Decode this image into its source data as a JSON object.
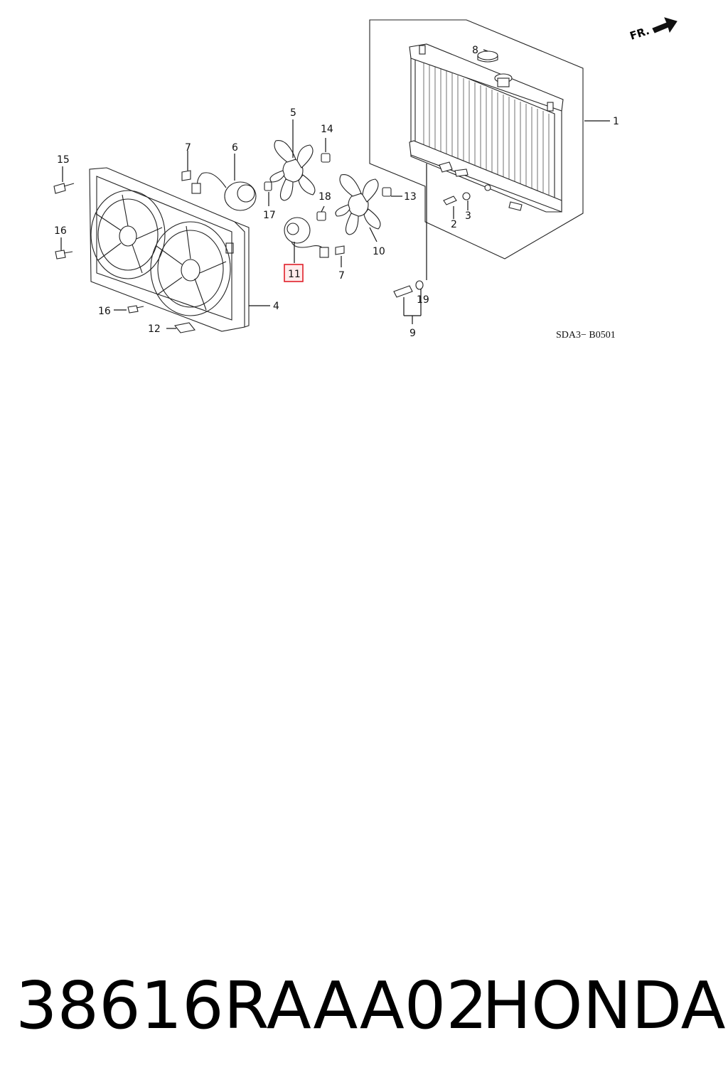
{
  "diagram": {
    "direction_label": "FR.",
    "diagram_code": "SDA3− B0501",
    "highlighted_callout": "11",
    "callouts": [
      "1",
      "2",
      "3",
      "4",
      "5",
      "6",
      "7",
      "7",
      "8",
      "9",
      "10",
      "11",
      "12",
      "13",
      "14",
      "15",
      "16",
      "16",
      "17",
      "18",
      "19"
    ]
  },
  "caption": {
    "part_number": "38616RAAA02",
    "brand": "HONDA"
  },
  "colors": {
    "highlight": "#e0202a",
    "line": "#222222"
  }
}
